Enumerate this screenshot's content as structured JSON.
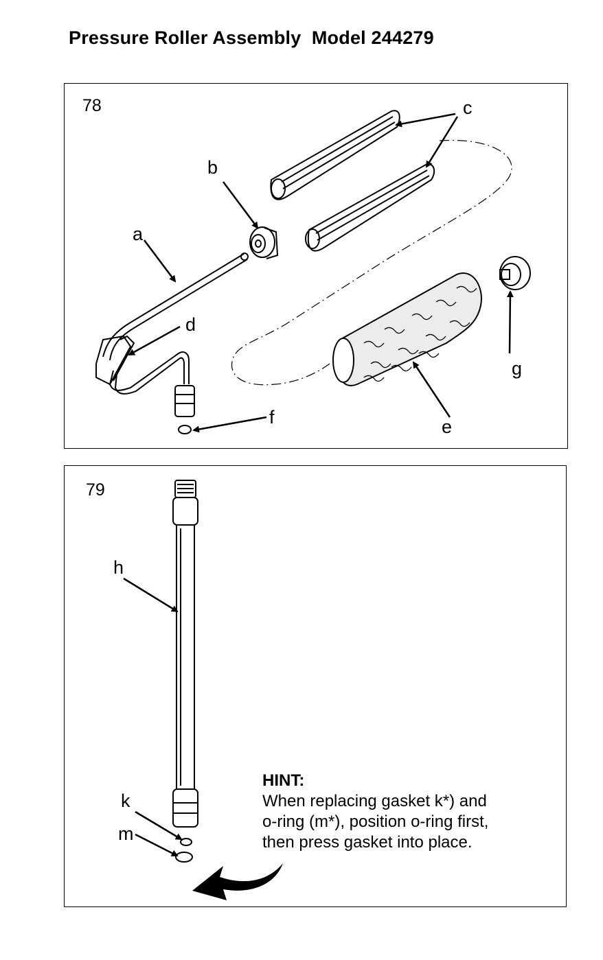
{
  "title": "Pressure Roller Assembly  Model 244279",
  "figure_78": {
    "number": "78",
    "labels": {
      "a": "a",
      "b": "b",
      "c": "c",
      "d": "d",
      "e": "e",
      "f": "f",
      "g": "g"
    }
  },
  "figure_79": {
    "number": "79",
    "labels": {
      "h": "h",
      "k": "k",
      "m": "m"
    },
    "hint": {
      "title": "HINT:",
      "lines": [
        "When replacing gasket k*) and",
        "o-ring (m*), position o-ring first,",
        "then press gasket into place."
      ]
    }
  }
}
